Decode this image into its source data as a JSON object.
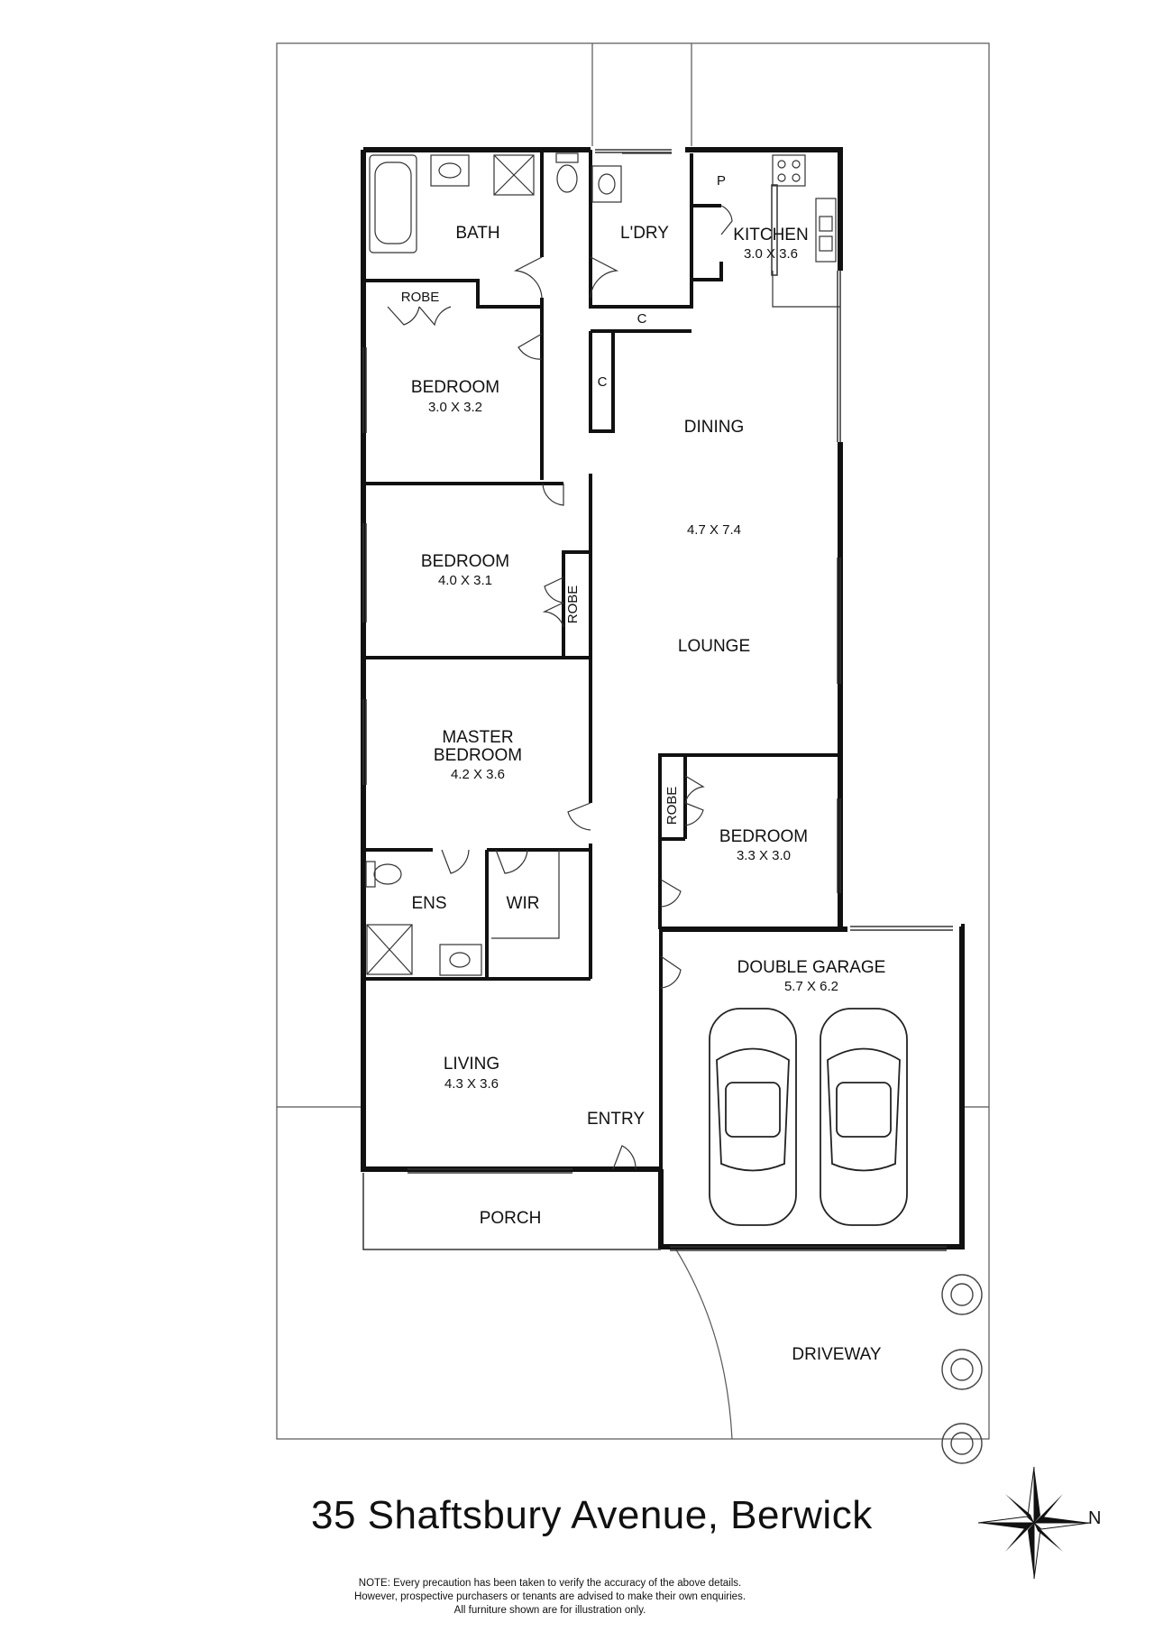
{
  "address": "35 Shaftsbury Avenue, Berwick",
  "note_lines": [
    "NOTE: Every precaution has been taken to verify the accuracy of the above details.",
    "However, prospective purchasers or tenants are advised to make their own enquiries.",
    "All furniture shown are for illustration only."
  ],
  "north_label": "N",
  "rooms": {
    "bath": {
      "name": "BATH"
    },
    "laundry": {
      "name": "L'DRY"
    },
    "kitchen": {
      "name": "KITCHEN",
      "dim": "3.0 X 3.6"
    },
    "pantry": {
      "name": "P"
    },
    "robe1": {
      "name": "ROBE"
    },
    "cupboard1": {
      "name": "C"
    },
    "cupboard2": {
      "name": "C"
    },
    "bedroom1": {
      "name": "BEDROOM",
      "dim": "3.0 X 3.2"
    },
    "dining": {
      "name": "DINING"
    },
    "lounge_dim": {
      "dim": "4.7 X 7.4"
    },
    "lounge": {
      "name": "LOUNGE"
    },
    "bedroom2": {
      "name": "BEDROOM",
      "dim": "4.0 X 3.1"
    },
    "robe2": {
      "name": "ROBE"
    },
    "master": {
      "name1": "MASTER",
      "name2": "BEDROOM",
      "dim": "4.2 X 3.6"
    },
    "robe3": {
      "name": "ROBE"
    },
    "bedroom3": {
      "name": "BEDROOM",
      "dim": "3.3 X 3.0"
    },
    "ens": {
      "name": "ENS"
    },
    "wir": {
      "name": "WIR"
    },
    "garage": {
      "name": "DOUBLE GARAGE",
      "dim": "5.7 X 6.2"
    },
    "living": {
      "name": "LIVING",
      "dim": "4.3 X 3.6"
    },
    "entry": {
      "name": "ENTRY"
    },
    "porch": {
      "name": "PORCH"
    },
    "driveway": {
      "name": "DRIVEWAY"
    }
  },
  "colors": {
    "wall": "#111111",
    "line": "#333333",
    "background": "#ffffff"
  }
}
